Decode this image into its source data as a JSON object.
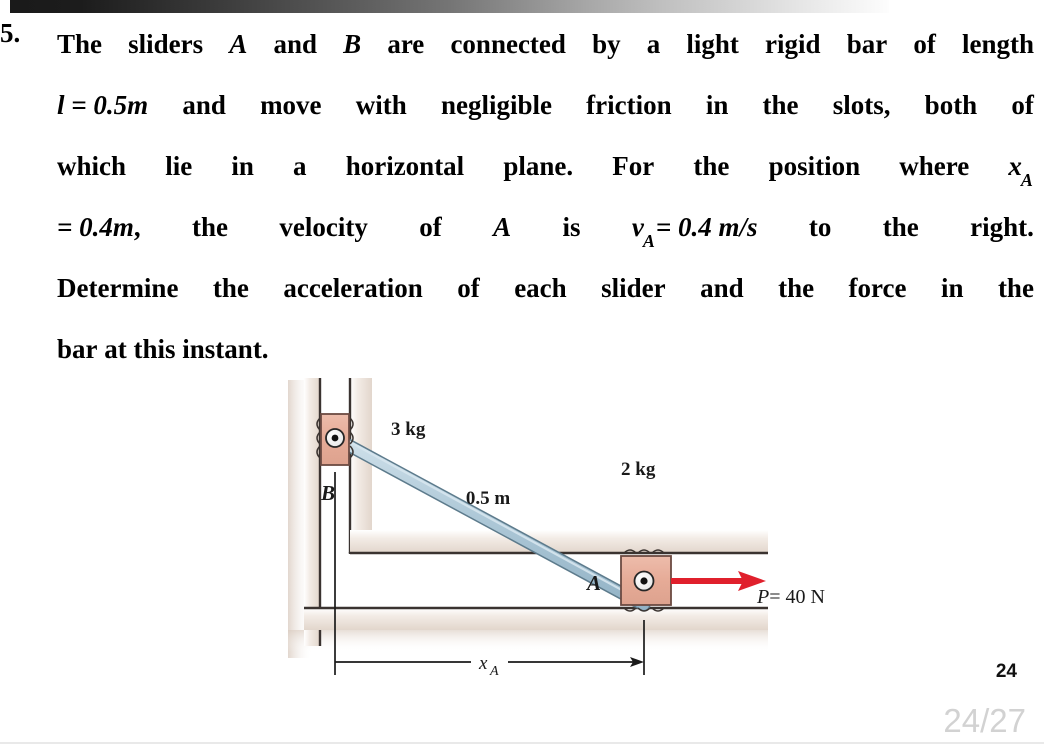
{
  "page": {
    "top_bar": "gradient-bar",
    "page_number": "24",
    "page_progress": "24/27"
  },
  "question": {
    "number": "5.",
    "lines": [
      {
        "id": "line1",
        "words": [
          "The",
          "sliders",
          "A",
          "and",
          "B",
          "are",
          "connected",
          "by",
          "a",
          "light",
          "rigid",
          "bar",
          "of",
          "length"
        ]
      },
      {
        "id": "line2",
        "words": [
          "l = 0.5m",
          "and",
          "move",
          "with",
          "negligible",
          "friction",
          "in",
          "the",
          "slots,",
          "both",
          "of"
        ]
      },
      {
        "id": "line3",
        "words": [
          "which",
          "lie",
          "in",
          "a",
          "horizontal",
          "plane.",
          "For",
          "the",
          "position",
          "where",
          "x",
          "A"
        ]
      },
      {
        "id": "line4",
        "words": [
          "= 0.4m",
          ",",
          "the",
          "velocity",
          "of",
          "A",
          "is",
          "v",
          "A",
          "= 0.4 m/s",
          "to",
          "the",
          "right."
        ]
      },
      {
        "id": "line5",
        "words": [
          "Determine",
          "the",
          "acceleration",
          "of",
          "each",
          "slider",
          "and",
          "the",
          "force",
          "in",
          "the"
        ]
      },
      {
        "id": "line6",
        "words": [
          "bar",
          "at",
          "this",
          "instant."
        ]
      }
    ],
    "text_line1_a": "The",
    "text_line1_b": "sliders",
    "text_line1_c": "A",
    "text_line1_d": "and",
    "text_line1_e": "B",
    "text_line1_f": "are",
    "text_line1_g": "connected",
    "text_line1_h": "by",
    "text_line1_i": "a",
    "text_line1_j": "light",
    "text_line1_k": "rigid",
    "text_line1_l": "bar",
    "text_line1_m": "of",
    "text_line1_n": "length",
    "text_line2_math": "l = 0.5m",
    "text_line2_a": "and",
    "text_line2_b": "move",
    "text_line2_c": "with",
    "text_line2_d": "negligible",
    "text_line2_e": "friction",
    "text_line2_f": "in",
    "text_line2_g": "the",
    "text_line2_h": "slots,",
    "text_line2_i": "both",
    "text_line2_j": "of",
    "text_line3_a": "which",
    "text_line3_b": "lie",
    "text_line3_c": "in",
    "text_line3_d": "a",
    "text_line3_e": "horizontal",
    "text_line3_f": "plane.",
    "text_line3_g": "For",
    "text_line3_h": "the",
    "text_line3_i": "position",
    "text_line3_j": "where",
    "text_line3_k": "x",
    "text_line3_sub": "A",
    "text_line4_math1": "= 0.4m",
    "text_line4_comma": ",",
    "text_line4_a": "the",
    "text_line4_b": "velocity",
    "text_line4_c": "of",
    "text_line4_d": "A",
    "text_line4_e": "is",
    "text_line4_v": "v",
    "text_line4_vsub": "A",
    "text_line4_math2": "= 0.4 m/s",
    "text_line4_f": "to",
    "text_line4_g": "the",
    "text_line4_h": "right.",
    "text_line5_a": "Determine",
    "text_line5_b": "the",
    "text_line5_c": "acceleration",
    "text_line5_d": "of",
    "text_line5_e": "each",
    "text_line5_f": "slider",
    "text_line5_g": "and",
    "text_line5_h": "the",
    "text_line5_i": "force",
    "text_line5_j": "in",
    "text_line5_k": "the",
    "text_line6_a": "bar",
    "text_line6_b": "at",
    "text_line6_c": "this",
    "text_line6_d": "instant."
  },
  "figure": {
    "label_slider_b": "B",
    "label_slider_a": "A",
    "mass_b": "3 kg",
    "mass_a": "2 kg",
    "bar_length": "0.5 m",
    "force_label_p": "P",
    "force_label_eq": "= 40 N",
    "dimension_x": "x",
    "dimension_x_sub": "A",
    "colors": {
      "slider_fill": "#e8b2a0",
      "slider_stroke": "#6b4a42",
      "bar_fill": "#b9cfdd",
      "bar_stroke": "#5d7b8c",
      "force_arrow": "#e8272e",
      "structure_fill": "#e9e2da",
      "structure_stroke": "#3a3330",
      "dimension_line": "#1a1a1a"
    }
  }
}
